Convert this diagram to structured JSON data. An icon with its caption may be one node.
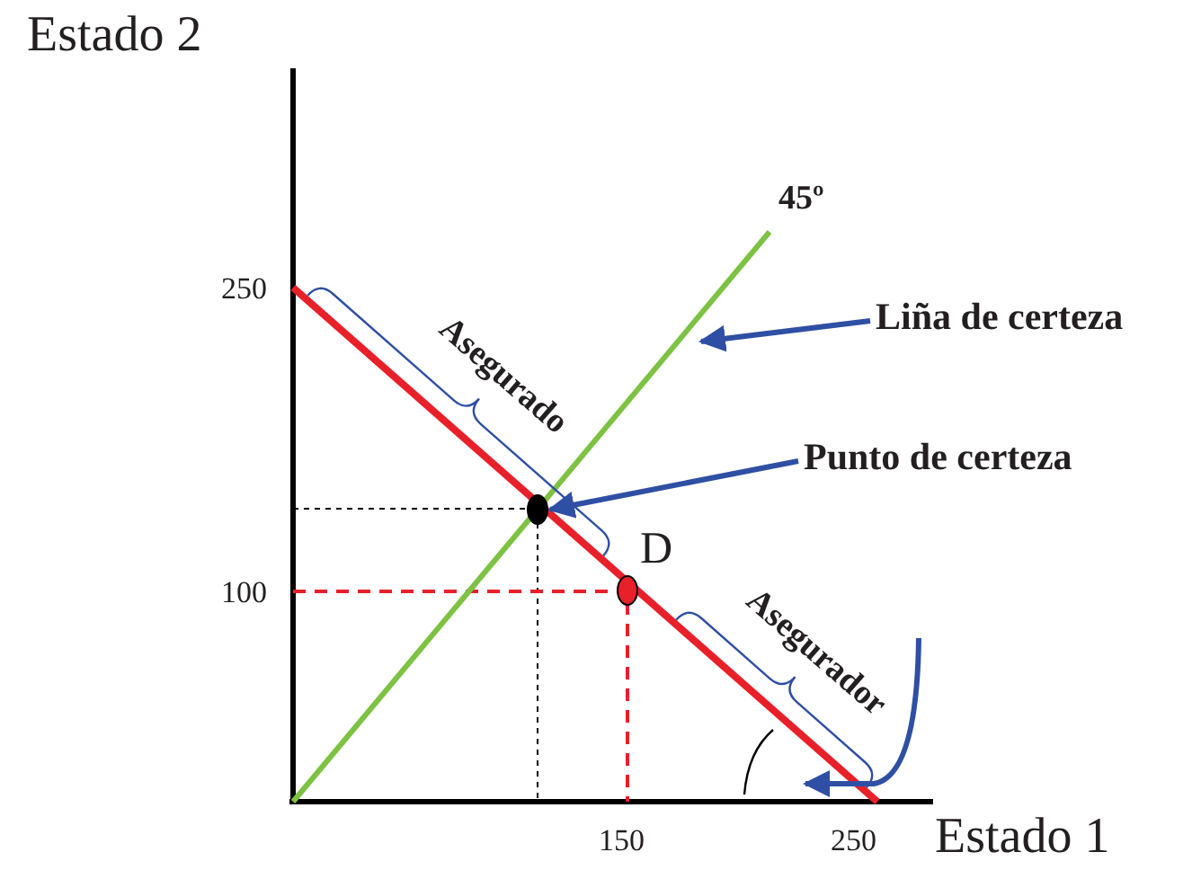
{
  "diagram": {
    "nodes": [
      {
        "text": [
          "Liña de certeza"
        ]
      },
      {
        "text": [
          "Punto de certeza"
        ]
      },
      {
        "text": [],
        "shape": "circle"
      },
      {
        "text": [],
        "shape": "circle",
        "beside": [
          "D"
        ]
      }
    ],
    "edges": [
      {
        "from": 0,
        "to": null,
        "arrow": "to"
      },
      {
        "from": 1,
        "to": 2,
        "arrow": "to"
      }
    ],
    "labels": [
      "Estado 2",
      "45º",
      "250",
      "Asegurado",
      "100",
      "Asegurador",
      "150",
      "250",
      "Estado 1"
    ]
  }
}
